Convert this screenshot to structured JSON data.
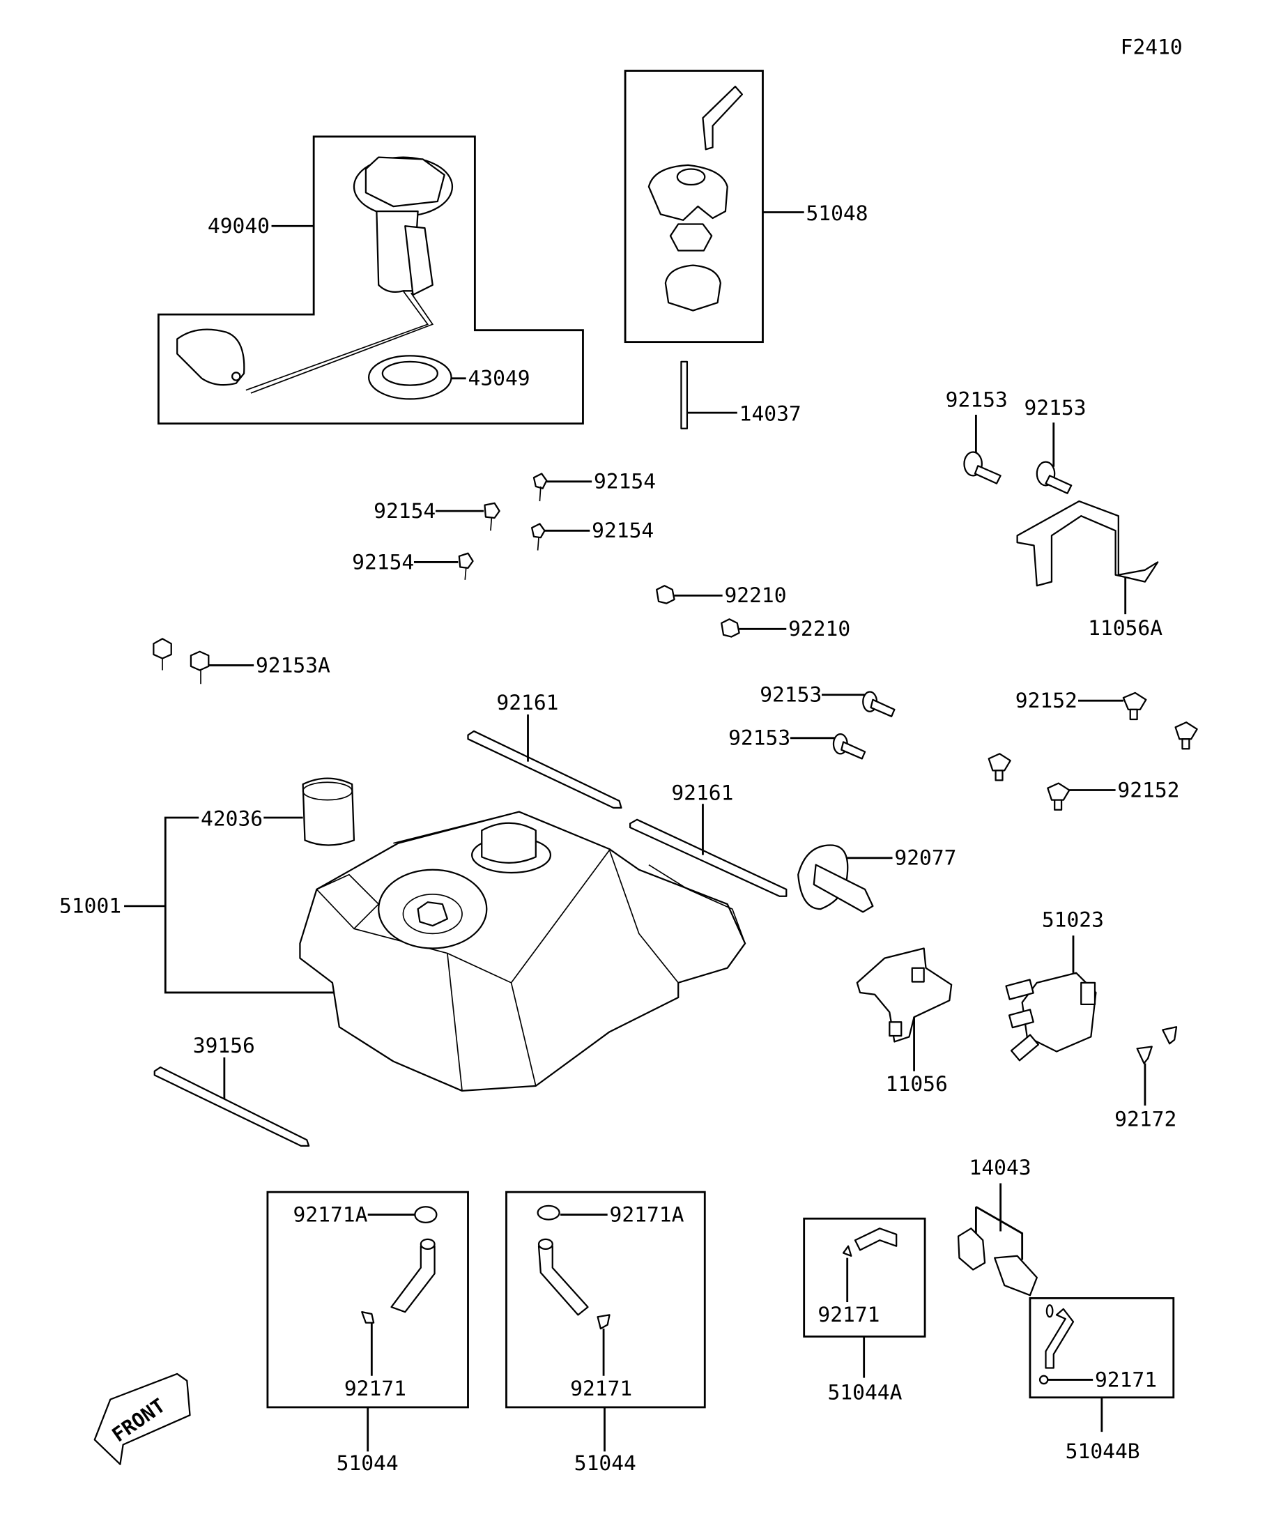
{
  "figure_id": "F2410",
  "parts": [
    {
      "id": "49040",
      "label": "49040",
      "name": "fuel-pump-assembly"
    },
    {
      "id": "43049",
      "label": "43049",
      "name": "pump-gasket"
    },
    {
      "id": "51048",
      "label": "51048",
      "name": "fuel-cap-assembly"
    },
    {
      "id": "14037",
      "label": "14037",
      "name": "drain-tube"
    },
    {
      "id": "92153a",
      "label": "92153",
      "name": "bolt"
    },
    {
      "id": "92153b",
      "label": "92153",
      "name": "bolt"
    },
    {
      "id": "11056A",
      "label": "11056A",
      "name": "bracket-a"
    },
    {
      "id": "92154a",
      "label": "92154",
      "name": "screw"
    },
    {
      "id": "92154b",
      "label": "92154",
      "name": "screw"
    },
    {
      "id": "92154c",
      "label": "92154",
      "name": "screw"
    },
    {
      "id": "92154d",
      "label": "92154",
      "name": "screw"
    },
    {
      "id": "92210a",
      "label": "92210",
      "name": "nut"
    },
    {
      "id": "92210b",
      "label": "92210",
      "name": "nut"
    },
    {
      "id": "92153A",
      "label": "92153A",
      "name": "bolt-a"
    },
    {
      "id": "92161a",
      "label": "92161",
      "name": "damper-strip"
    },
    {
      "id": "92161b",
      "label": "92161",
      "name": "damper-strip"
    },
    {
      "id": "92153c",
      "label": "92153",
      "name": "bolt"
    },
    {
      "id": "92153d",
      "label": "92153",
      "name": "bolt"
    },
    {
      "id": "92152a",
      "label": "92152",
      "name": "bolt"
    },
    {
      "id": "92152b",
      "label": "92152",
      "name": "bolt"
    },
    {
      "id": "42036",
      "label": "42036",
      "name": "collar"
    },
    {
      "id": "51001",
      "label": "51001",
      "name": "fuel-tank"
    },
    {
      "id": "92077",
      "label": "92077",
      "name": "grommet"
    },
    {
      "id": "51023",
      "label": "51023",
      "name": "fuel-valve"
    },
    {
      "id": "11056",
      "label": "11056",
      "name": "bracket"
    },
    {
      "id": "92172",
      "label": "92172",
      "name": "clip"
    },
    {
      "id": "39156",
      "label": "39156",
      "name": "pad"
    },
    {
      "id": "14043",
      "label": "14043",
      "name": "valve-assembly"
    },
    {
      "id": "92171Aa",
      "label": "92171A",
      "name": "clamp-a"
    },
    {
      "id": "92171Ab",
      "label": "92171A",
      "name": "clamp-a"
    },
    {
      "id": "92171a",
      "label": "92171",
      "name": "clamp"
    },
    {
      "id": "92171b",
      "label": "92171",
      "name": "clamp"
    },
    {
      "id": "92171c",
      "label": "92171",
      "name": "clamp"
    },
    {
      "id": "92171d",
      "label": "92171",
      "name": "clamp"
    },
    {
      "id": "51044a",
      "label": "51044",
      "name": "fuel-hose"
    },
    {
      "id": "51044b",
      "label": "51044",
      "name": "fuel-hose"
    },
    {
      "id": "51044A",
      "label": "51044A",
      "name": "fuel-hose-a"
    },
    {
      "id": "51044B",
      "label": "51044B",
      "name": "fuel-hose-b"
    }
  ],
  "front_indicator": "FRONT"
}
